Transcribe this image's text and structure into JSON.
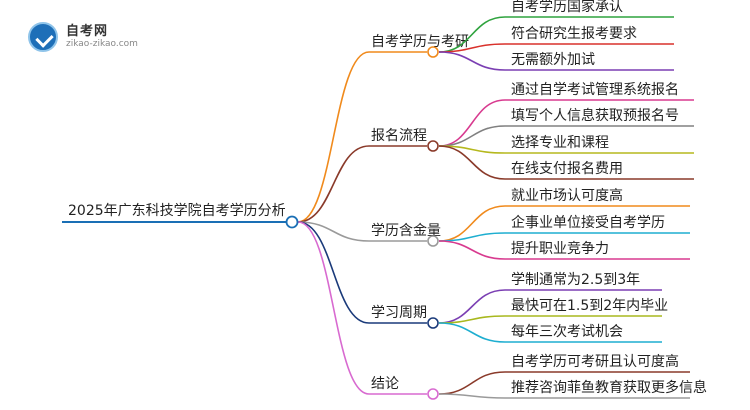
{
  "logo": {
    "name": "自考网",
    "url": "zikao-zikao.com"
  },
  "root": {
    "label": "2025年广东科技学院自考学历分析",
    "color": "#1a6fb5"
  },
  "branches": [
    {
      "label": "自考学历与考研",
      "color": "#f08a1c",
      "children": [
        {
          "label": "自考学历国家承认",
          "color": "#2fa33e"
        },
        {
          "label": "符合研究生报考要求",
          "color": "#d9312b"
        },
        {
          "label": "无需额外加试",
          "color": "#7b3fb3"
        }
      ]
    },
    {
      "label": "报名流程",
      "color": "#8a3a2a",
      "children": [
        {
          "label": "通过自学考试管理系统报名",
          "color": "#d83a8f"
        },
        {
          "label": "填写个人信息获取预报名号",
          "color": "#808080"
        },
        {
          "label": "选择专业和课程",
          "color": "#b5b81e"
        },
        {
          "label": "在线支付报名费用",
          "color": "#8a3a2a"
        }
      ]
    },
    {
      "label": "学历含金量",
      "color": "#9a9a9a",
      "children": [
        {
          "label": "就业市场认可度高",
          "color": "#f08a1c"
        },
        {
          "label": "企事业单位接受自考学历",
          "color": "#1eaed0"
        },
        {
          "label": "提升职业竞争力",
          "color": "#d83a8f"
        }
      ]
    },
    {
      "label": "学习周期",
      "color": "#1a3a7a",
      "children": [
        {
          "label": "学制通常为2.5到3年",
          "color": "#7b3fb3"
        },
        {
          "label": "最快可在1.5到2年内毕业",
          "color": "#a8b81e"
        },
        {
          "label": "每年三次考试机会",
          "color": "#1eaed0"
        }
      ]
    },
    {
      "label": "结论",
      "color": "#d86ad0",
      "children": [
        {
          "label": "自考学历可考研且认可度高",
          "color": "#8a3a2a"
        },
        {
          "label": "推荐咨询菲鱼教育获取更多信息",
          "color": "#9a9a9a"
        }
      ]
    }
  ]
}
